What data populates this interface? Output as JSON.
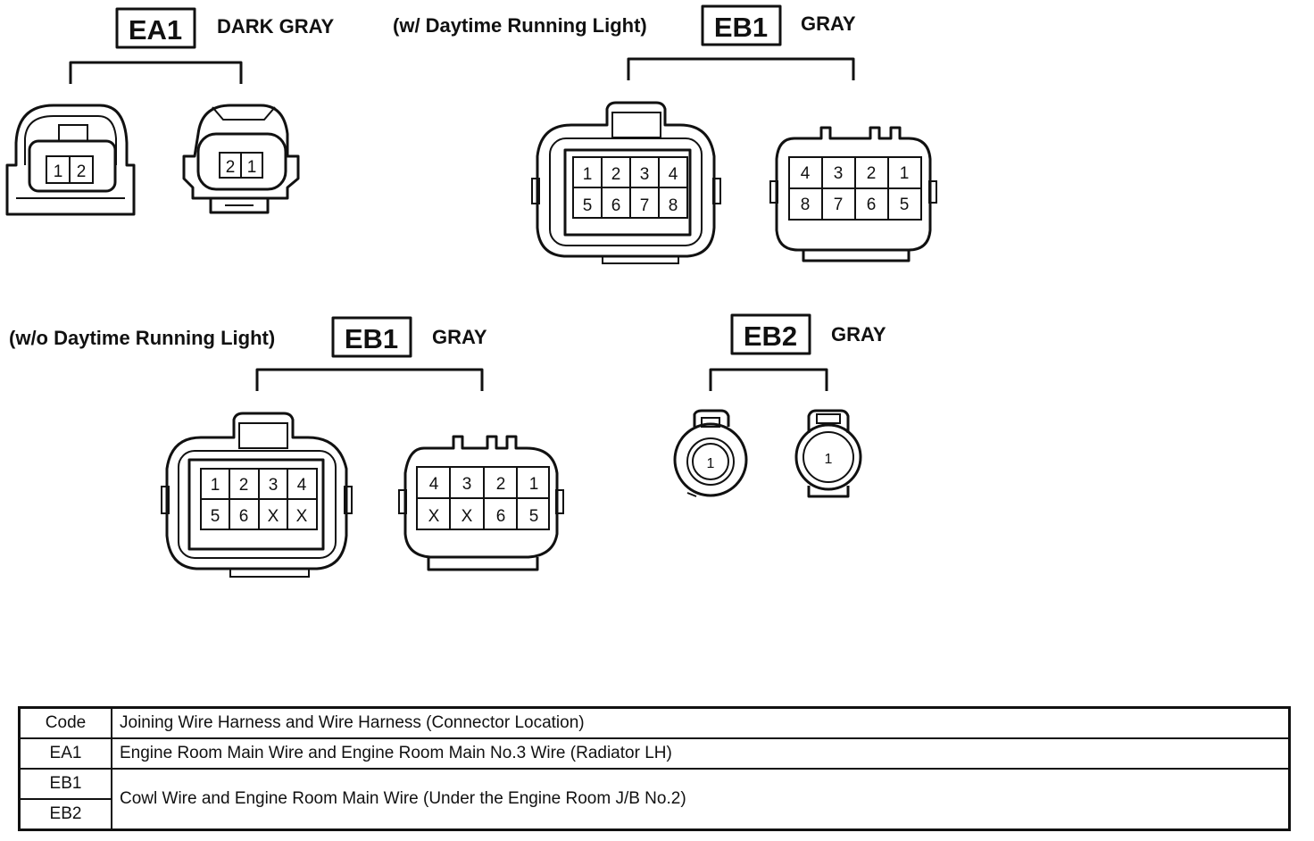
{
  "connectors": {
    "ea1": {
      "code": "EA1",
      "color": "DARK GRAY",
      "left_pins": [
        "1",
        "2"
      ],
      "right_pins": [
        "2",
        "1"
      ]
    },
    "eb1_w": {
      "note": "(w/ Daytime Running Light)",
      "code": "EB1",
      "color": "GRAY",
      "left_pins": [
        [
          "1",
          "2",
          "3",
          "4"
        ],
        [
          "5",
          "6",
          "7",
          "8"
        ]
      ],
      "right_pins": [
        [
          "4",
          "3",
          "2",
          "1"
        ],
        [
          "8",
          "7",
          "6",
          "5"
        ]
      ]
    },
    "eb1_wo": {
      "note": "(w/o Daytime Running Light)",
      "code": "EB1",
      "color": "GRAY",
      "left_pins": [
        [
          "1",
          "2",
          "3",
          "4"
        ],
        [
          "5",
          "6",
          "X",
          "X"
        ]
      ],
      "right_pins": [
        [
          "4",
          "3",
          "2",
          "1"
        ],
        [
          "X",
          "X",
          "6",
          "5"
        ]
      ]
    },
    "eb2": {
      "code": "EB2",
      "color": "GRAY",
      "left_pin": "1",
      "right_pin": "1"
    }
  },
  "legend": {
    "header": {
      "code": "Code",
      "desc": "Joining Wire Harness and Wire Harness (Connector Location)"
    },
    "rows": [
      {
        "code": "EA1",
        "desc": "Engine Room Main Wire and Engine Room Main No.3 Wire (Radiator LH)"
      },
      {
        "code": "EB1",
        "desc": "Cowl Wire and Engine Room Main Wire (Under the Engine Room J/B No.2)"
      },
      {
        "code": "EB2",
        "desc": ""
      }
    ]
  }
}
